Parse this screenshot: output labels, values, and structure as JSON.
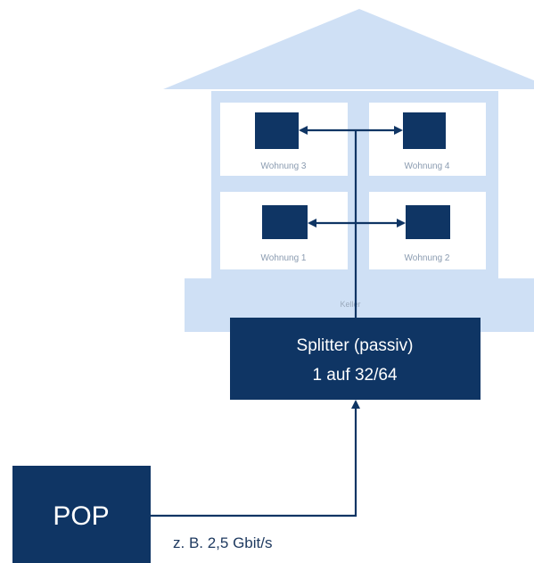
{
  "colors": {
    "house": "#cfe0f5",
    "room": "#ffffff",
    "device": "#0f3564",
    "splitter": "#0f3564",
    "pop": "#0f3564",
    "line": "#0f3564"
  },
  "rooms": {
    "w3": "Wohnung 3",
    "w4": "Wohnung 4",
    "w1": "Wohnung 1",
    "w2": "Wohnung 2"
  },
  "basement_label": "Keller",
  "splitter": {
    "line1": "Splitter (passiv)",
    "line2": "1 auf 32/64"
  },
  "pop_label": "POP",
  "speed_label": "z. B. 2,5 Gbit/s"
}
